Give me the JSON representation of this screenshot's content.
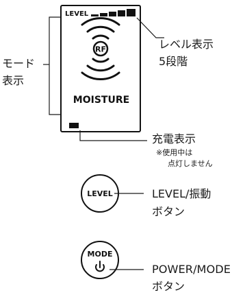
{
  "screen": {
    "level_label": "LEVEL",
    "rf_logo": "RF",
    "mode_text": "MOISTURE"
  },
  "callouts": {
    "level_display": [
      "レベル表示",
      "5段階"
    ],
    "mode_display": [
      "モード",
      "表示"
    ],
    "charge_display": "充電表示",
    "charge_note": [
      "※使用中は",
      "点灯しません"
    ],
    "level_button_desc": [
      "LEVEL/振動",
      "ボタン"
    ],
    "power_button_desc": [
      "POWER/MODE",
      "ボタン"
    ]
  },
  "buttons": {
    "level": "LEVEL",
    "mode": "MODE",
    "power_symbol": "⏻"
  },
  "level_bars": {
    "count": 5,
    "lit": 5
  },
  "colors": {
    "ink": "#111111",
    "line": "#1a1a1a",
    "background": "#ffffff"
  }
}
